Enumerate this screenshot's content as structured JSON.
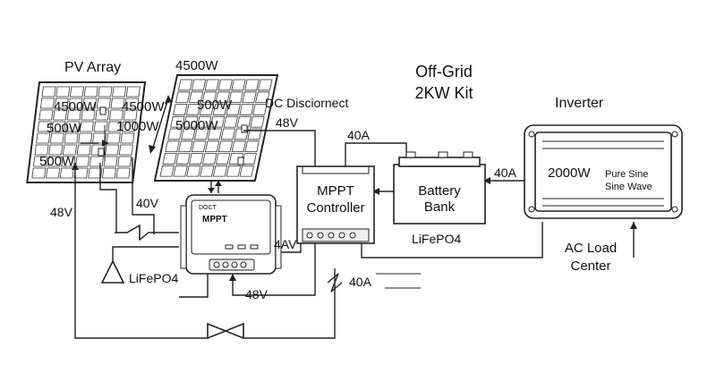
{
  "title": {
    "line1": "Off-Grid",
    "line2": "2KW Kit"
  },
  "pv_array": {
    "label": "PV Array",
    "panel1_ratings": [
      "4500W",
      "500W",
      "500W"
    ],
    "panel2_top_label": "4500W",
    "panel2_ratings": [
      "4500W",
      "1000W",
      "500W",
      "5000W"
    ]
  },
  "dc_disconnect": {
    "label": "DC Disciornect",
    "voltage": "48V"
  },
  "mppt_small": {
    "brand": "DOCT",
    "label": "MPPT"
  },
  "mppt_controller": {
    "line1": "MPPT",
    "line2": "Controller"
  },
  "battery_bank": {
    "line1": "Battery",
    "line2": "Bank",
    "chemistry": "LiFePO4"
  },
  "inverter": {
    "label": "Inverter",
    "rating": "2000W",
    "desc1": "Pure Sine",
    "desc2": "Sine Wave"
  },
  "ac_load": {
    "line1": "AC Load",
    "line2": "Center"
  },
  "wire_labels": {
    "v48_left": "48V",
    "v40": "40V",
    "a40_battery": "40A",
    "a40_inverter": "40A",
    "av4": "4AV",
    "lifepo4_left": "LiFePO4",
    "v48_bottom": "48V",
    "a40_bottom": "40A"
  }
}
